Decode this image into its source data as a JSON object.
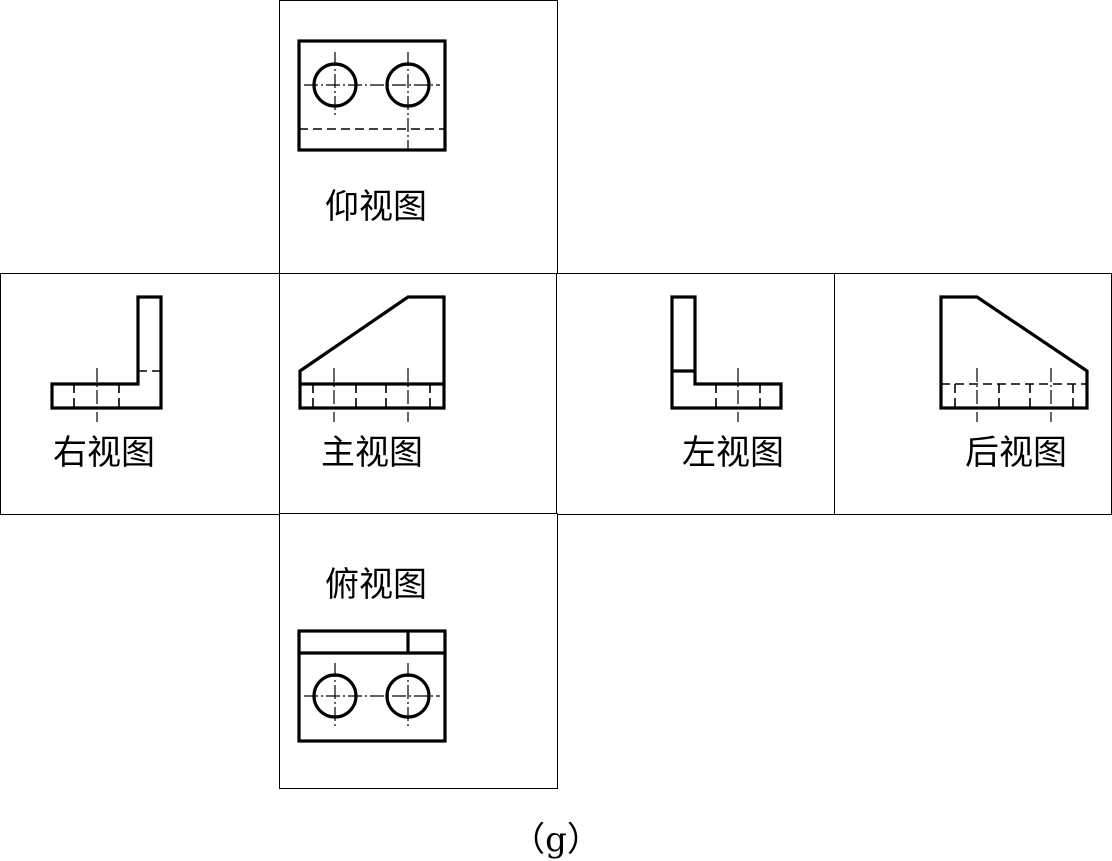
{
  "views": {
    "bottom": {
      "label": "仰视图"
    },
    "right": {
      "label": "右视图"
    },
    "front": {
      "label": "主视图"
    },
    "left": {
      "label": "左视图"
    },
    "back": {
      "label": "后视图"
    },
    "top": {
      "label": "俯视图"
    }
  },
  "caption": "（g）"
}
